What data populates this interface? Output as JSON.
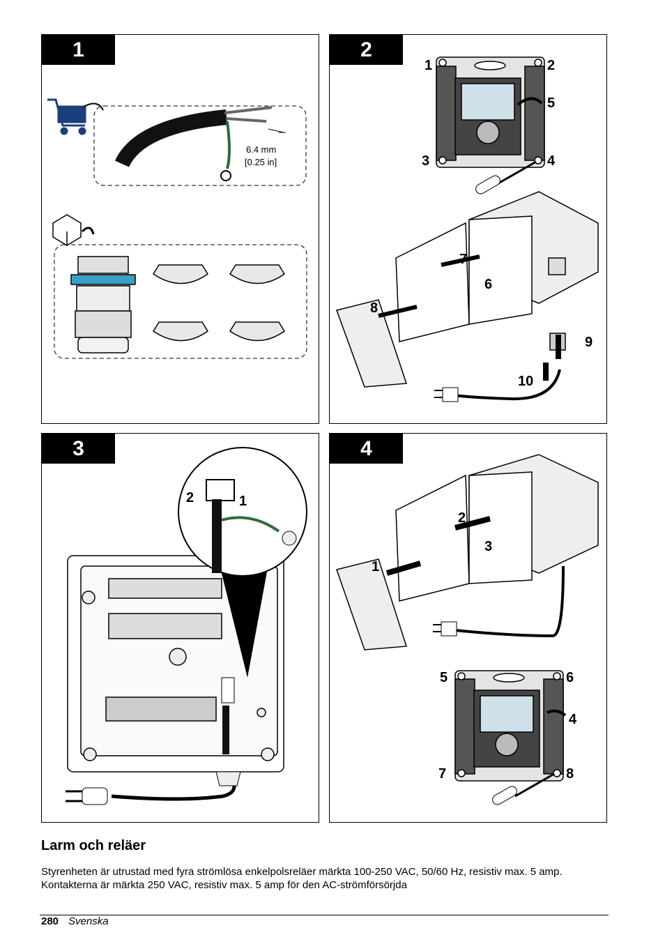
{
  "panels": {
    "p1": {
      "number": "1",
      "dimension_mm": "6.4 mm",
      "dimension_in": "[0.25 in]"
    },
    "p2": {
      "number": "2",
      "callouts": [
        "1",
        "2",
        "3",
        "4",
        "5",
        "6",
        "7",
        "8",
        "9",
        "10"
      ]
    },
    "p3": {
      "number": "3",
      "callouts": [
        "1",
        "2"
      ]
    },
    "p4": {
      "number": "4",
      "callouts": [
        "1",
        "2",
        "3",
        "4",
        "5",
        "6",
        "7",
        "8"
      ]
    }
  },
  "section": {
    "heading": "Larm och reläer",
    "body": "Styrenheten är utrustad med fyra strömlösa enkelpolsreläer märkta 100-250 VAC, 50/60 Hz, resistiv max. 5 amp. Kontakterna är märkta 250 VAC, resistiv max. 5 amp för den AC-strömförsörjda"
  },
  "footer": {
    "page_number": "280",
    "language": "Svenska"
  }
}
